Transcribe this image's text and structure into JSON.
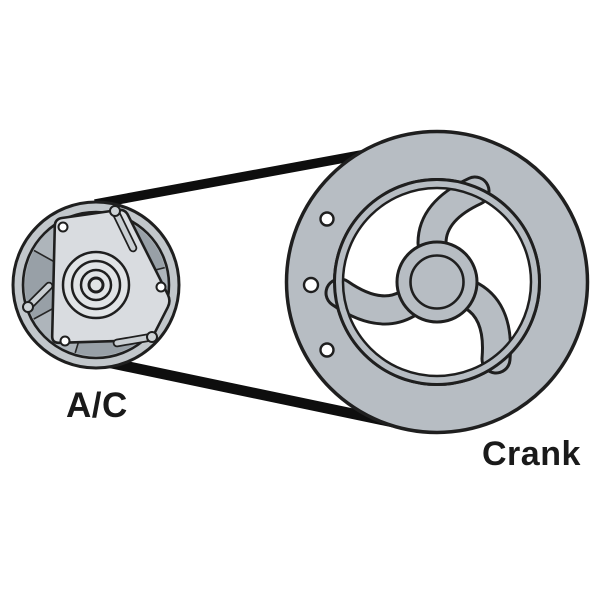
{
  "diagram": {
    "type": "belt-routing-diagram",
    "labels": {
      "ac": "A/C",
      "crank": "Crank"
    },
    "parts": {
      "small_pulley": "A/C compressor clutch pulley",
      "large_pulley": "Crankshaft pulley",
      "belt": "Drive belt connecting A/C pulley and Crank pulley"
    }
  },
  "colors": {
    "background": "#ffffff",
    "belt": "#0e0e0e",
    "outline": "#1f1f1f",
    "crank_disc": "#b7bdc3",
    "window_white": "#ffffff",
    "ac_outer_ring": "#c2c7cb",
    "ac_inner_face": "#aeb5bb",
    "ac_wedge_dark": "#98a0a7",
    "ac_plate": "#d9dce0",
    "ac_hub": "#e1e4e6",
    "link_bar": "#c9ced2",
    "link_ball": "#ced3d6",
    "hole_white": "#ffffff",
    "label_text": "#1a1a1a"
  }
}
